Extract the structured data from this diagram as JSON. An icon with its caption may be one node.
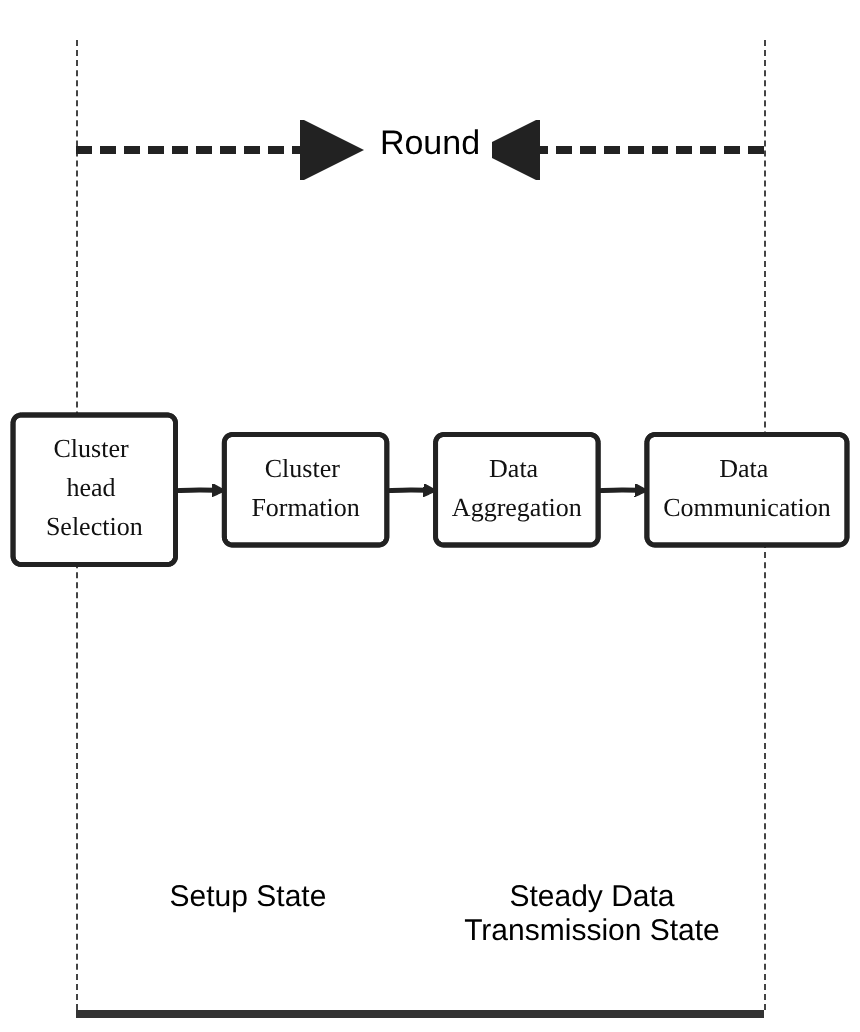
{
  "diagram": {
    "nodes": [
      {
        "text": [
          "Cluster head Selection"
        ]
      },
      {
        "text": [
          "Cluster Formation"
        ]
      },
      {
        "text": [
          "Data Aggregation"
        ]
      },
      {
        "text": [
          "Data Communication"
        ]
      }
    ],
    "edges": [
      {
        "from": 0,
        "to": 1,
        "arrow": "to"
      },
      {
        "from": 1,
        "to": 2,
        "arrow": "to"
      },
      {
        "from": 2,
        "to": 3,
        "arrow": "to"
      }
    ],
    "labels": [
      "Round",
      "Setup State",
      "Steady Data Transmission State"
    ]
  }
}
